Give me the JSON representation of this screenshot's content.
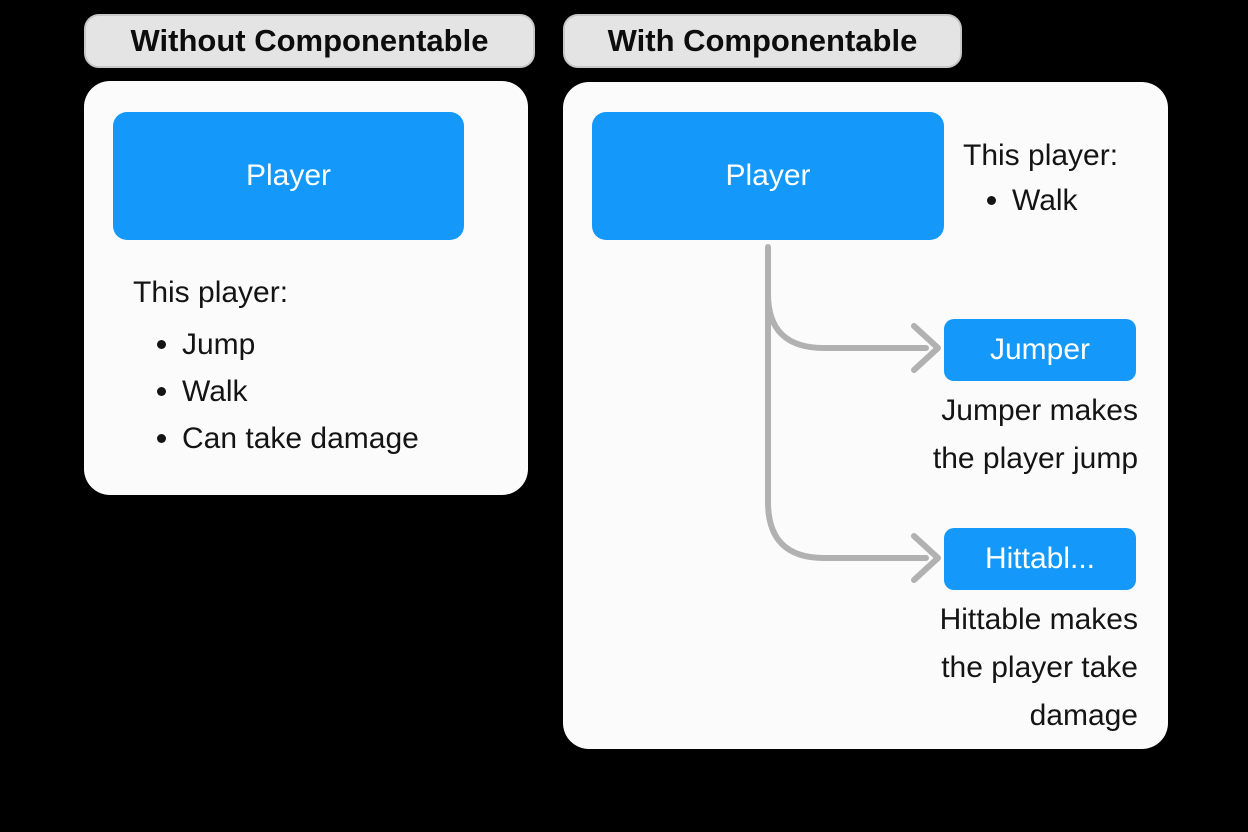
{
  "diagram": {
    "left": {
      "title": "Without Componentable",
      "node_label": "Player",
      "list_intro": "This player:",
      "bullets": [
        "Jump",
        "Walk",
        "Can take damage"
      ]
    },
    "right": {
      "title": "With Componentable",
      "node_label": "Player",
      "list_intro": "This player:",
      "bullets": [
        "Walk"
      ],
      "components": [
        {
          "label": "Jumper",
          "caption_lines": [
            "Jumper makes",
            "the player jump"
          ]
        },
        {
          "label": "Hittabl...",
          "caption_lines": [
            "Hittable makes",
            "the player take",
            "damage"
          ]
        }
      ]
    }
  },
  "colors": {
    "page_bg": "#000000",
    "panel_bg": "#FBFBFB",
    "pill_bg": "#E4E4E4",
    "pill_border": "#C8C8C8",
    "accent_blue": "#1499FB",
    "node_text": "#FFFFFF",
    "connector": "#B1B1B1",
    "text": "#141414"
  }
}
